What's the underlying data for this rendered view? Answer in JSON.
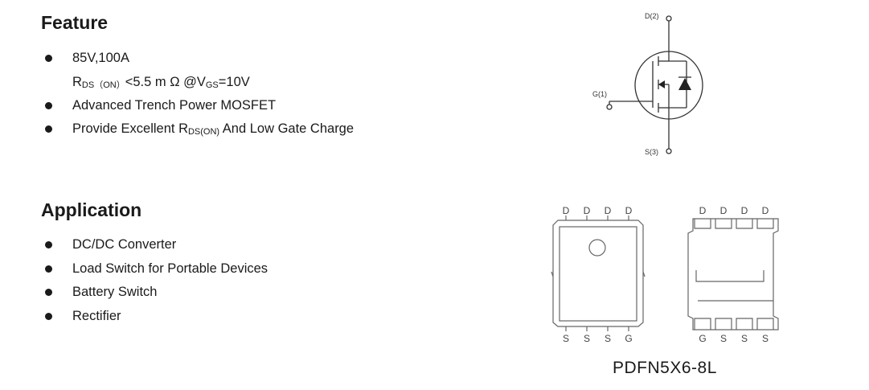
{
  "feature": {
    "heading": "Feature",
    "item1": "85V,100A",
    "rds_r": "R",
    "rds_sub": "DS（ON）",
    "rds_value": "<5.5 m Ω @V",
    "rds_vsub": "GS",
    "rds_vval": "=10V",
    "item2": "Advanced Trench Power MOSFET",
    "item3_pre": "Provide Excellent R",
    "item3_sub": "DS(ON)",
    "item3_post": " And Low Gate Charge"
  },
  "application": {
    "heading": "Application",
    "items": [
      "DC/DC Converter",
      "Load Switch for Portable Devices",
      "Battery Switch",
      "Rectifier"
    ]
  },
  "symbol": {
    "drain_label": "D(2)",
    "gate_label": "G(1)",
    "source_label": "S(3)"
  },
  "package": {
    "name": "PDFN5X6-8L",
    "top_pins_left": [
      "D",
      "D",
      "D",
      "D"
    ],
    "bottom_pins_left": [
      "S",
      "S",
      "S",
      "G"
    ],
    "top_pins_right": [
      "D",
      "D",
      "D",
      "D"
    ],
    "bottom_pins_right": [
      "G",
      "S",
      "S",
      "S"
    ]
  }
}
